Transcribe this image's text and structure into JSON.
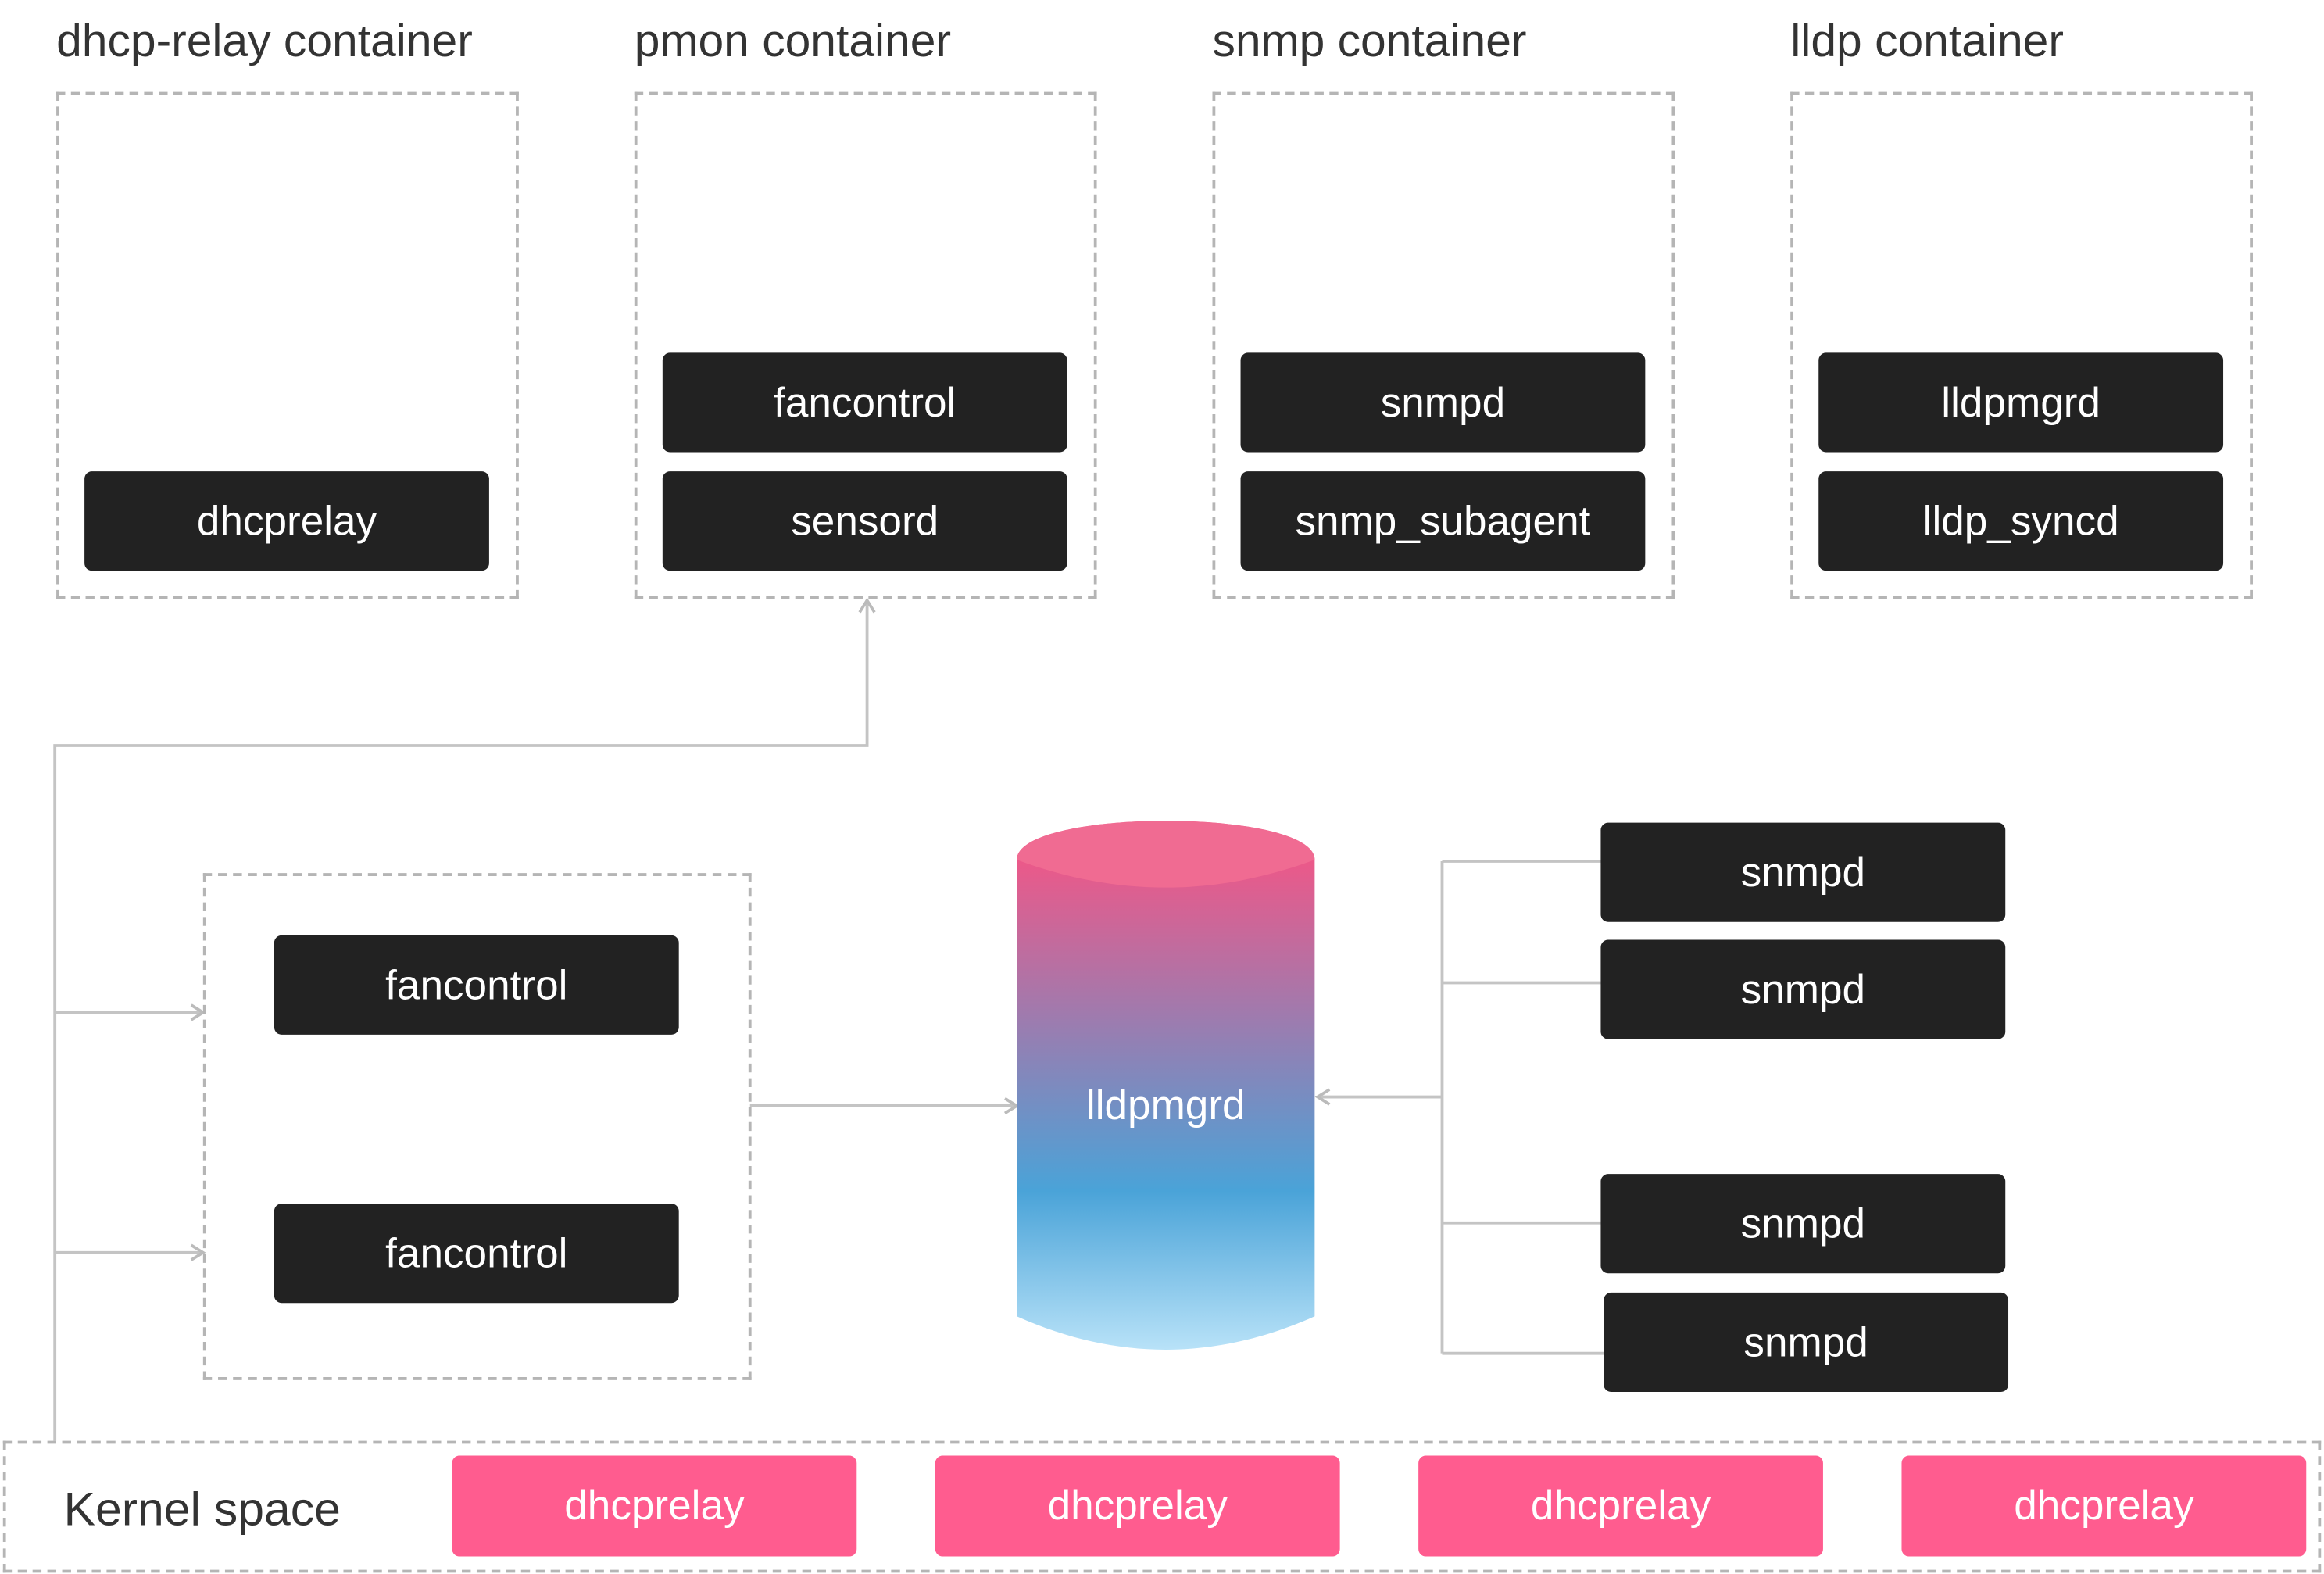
{
  "containers": [
    {
      "title": "dhcp-relay container",
      "processes": [
        "dhcprelay"
      ]
    },
    {
      "title": "pmon container",
      "processes": [
        "fancontrol",
        "sensord"
      ]
    },
    {
      "title": "snmp container",
      "processes": [
        "snmpd",
        "snmp_subagent"
      ]
    },
    {
      "title": "lldp container",
      "processes": [
        "lldpmgrd",
        "lldp_syncd"
      ]
    }
  ],
  "middle_group": [
    "fancontrol",
    "fancontrol"
  ],
  "database": {
    "label": "lldpmgrd",
    "colors": {
      "top": "#ff5080",
      "middle": "#4aa3d8",
      "bottom": "#b8e2f8"
    }
  },
  "right_group": [
    "snmpd",
    "snmpd",
    "snmpd",
    "snmpd"
  ],
  "kernel": {
    "label": "Kernel space",
    "items": [
      "dhcprelay",
      "dhcprelay",
      "dhcprelay",
      "dhcprelay"
    ],
    "color": "#ff5c8f"
  }
}
